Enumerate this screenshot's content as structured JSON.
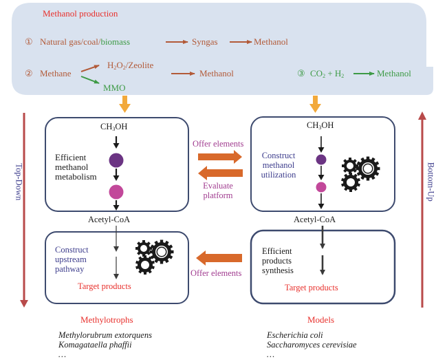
{
  "colors": {
    "panel_bg": "#d9e2ef",
    "box_border": "#3d4a6e",
    "brown": "#b25a38",
    "green": "#3d9a45",
    "red": "#e8302c",
    "purple_text": "#a03b8f",
    "navy_text": "#3c3c8c",
    "orange_arrow": "#d8692b",
    "yellow_arrow": "#f2a93b",
    "side_arrow": "#b84a4a",
    "node_purple": "#6b3483",
    "node_pink": "#c2489a",
    "gear": "#1a1a1a"
  },
  "production": {
    "title": "Methanol production",
    "route1": {
      "num": "①",
      "source_a": "Natural gas/coal/",
      "source_b": "biomass",
      "intermediate": "Syngas",
      "product": "Methanol"
    },
    "route2": {
      "num": "②",
      "source": "Methane",
      "branch_top": "H2O2/Zeolite",
      "branch_top_parts": [
        "H",
        "2",
        "O",
        "2",
        "/Zeolite"
      ],
      "branch_bottom": "MMO",
      "product": "Methanol"
    },
    "route3": {
      "num": "③",
      "reactants_parts": [
        "CO",
        "2",
        " + H",
        "2"
      ],
      "product": "Methanol"
    }
  },
  "side_arrows": {
    "left": "Top-Down",
    "right": "Bottom-Up"
  },
  "top_left_box": {
    "input_parts": [
      "CH",
      "3",
      "OH"
    ],
    "label": [
      "Efficient",
      "methanol",
      "metabolism"
    ],
    "output": "Acetyl-CoA"
  },
  "top_right_box": {
    "input_parts": [
      "CH",
      "3",
      "OH"
    ],
    "label": [
      "Construct",
      "methanol",
      "utilization"
    ],
    "output": "Acetyl-CoA"
  },
  "middle_exchange": {
    "top_label": "Offer elements",
    "bottom_label": [
      "Evaluate",
      "platform"
    ]
  },
  "bottom_left_box": {
    "label": [
      "Construct",
      "upstream",
      "pathway"
    ],
    "output": "Target products"
  },
  "bottom_right_box": {
    "label": [
      "Efficient",
      "products",
      "synthesis"
    ],
    "output": "Target products"
  },
  "bottom_exchange": {
    "label": "Offer elements"
  },
  "methylotrophs": {
    "title": "Methylotrophs",
    "organisms": [
      "Methylorubrum extorquens",
      "Komagataella phaffii",
      "…"
    ]
  },
  "models": {
    "title": "Models",
    "organisms": [
      "Escherichia coli",
      "Saccharomyces cerevisiae",
      "…"
    ]
  }
}
